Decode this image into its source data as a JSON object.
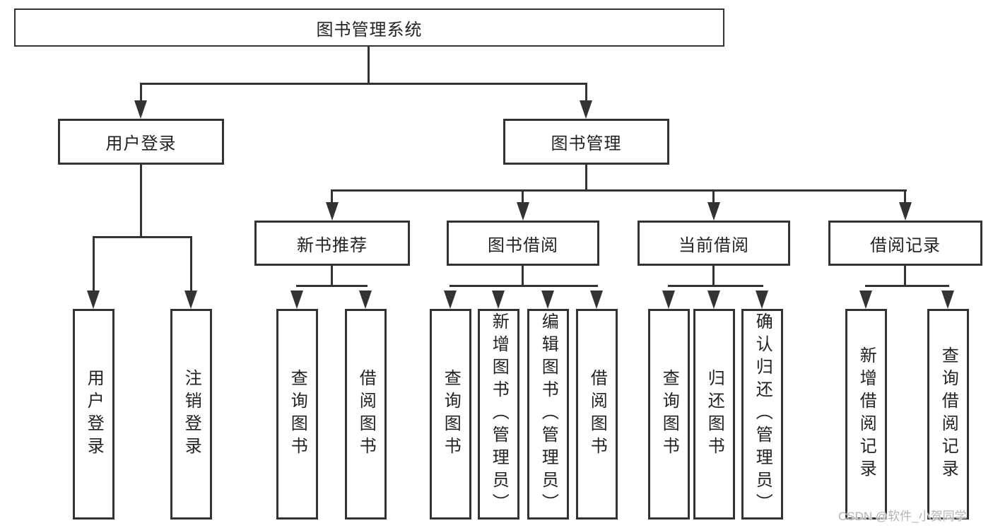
{
  "diagram": {
    "root": "图书管理系统",
    "level2": [
      "用户登录",
      "图书管理"
    ],
    "level3": [
      "新书推荐",
      "图书借阅",
      "当前借阅",
      "借阅记录"
    ],
    "leaves": {
      "login": [
        "用户登录",
        "注销登录"
      ],
      "recommend": [
        "查询图书",
        "借阅图书"
      ],
      "borrow": [
        "查询图书",
        "新增图书（管理员）",
        "编辑图书（管理员）",
        "借阅图书"
      ],
      "current": [
        "查询图书",
        "归还图书",
        "确认归还（管理员）"
      ],
      "records": [
        "新增借阅记录",
        "查询借阅记录"
      ]
    },
    "colors": {
      "line": "#333333",
      "text": "#222222",
      "background": "#ffffff",
      "watermark": "#b4b4b4"
    }
  },
  "watermark": "CSDN @软件_小贺同学"
}
